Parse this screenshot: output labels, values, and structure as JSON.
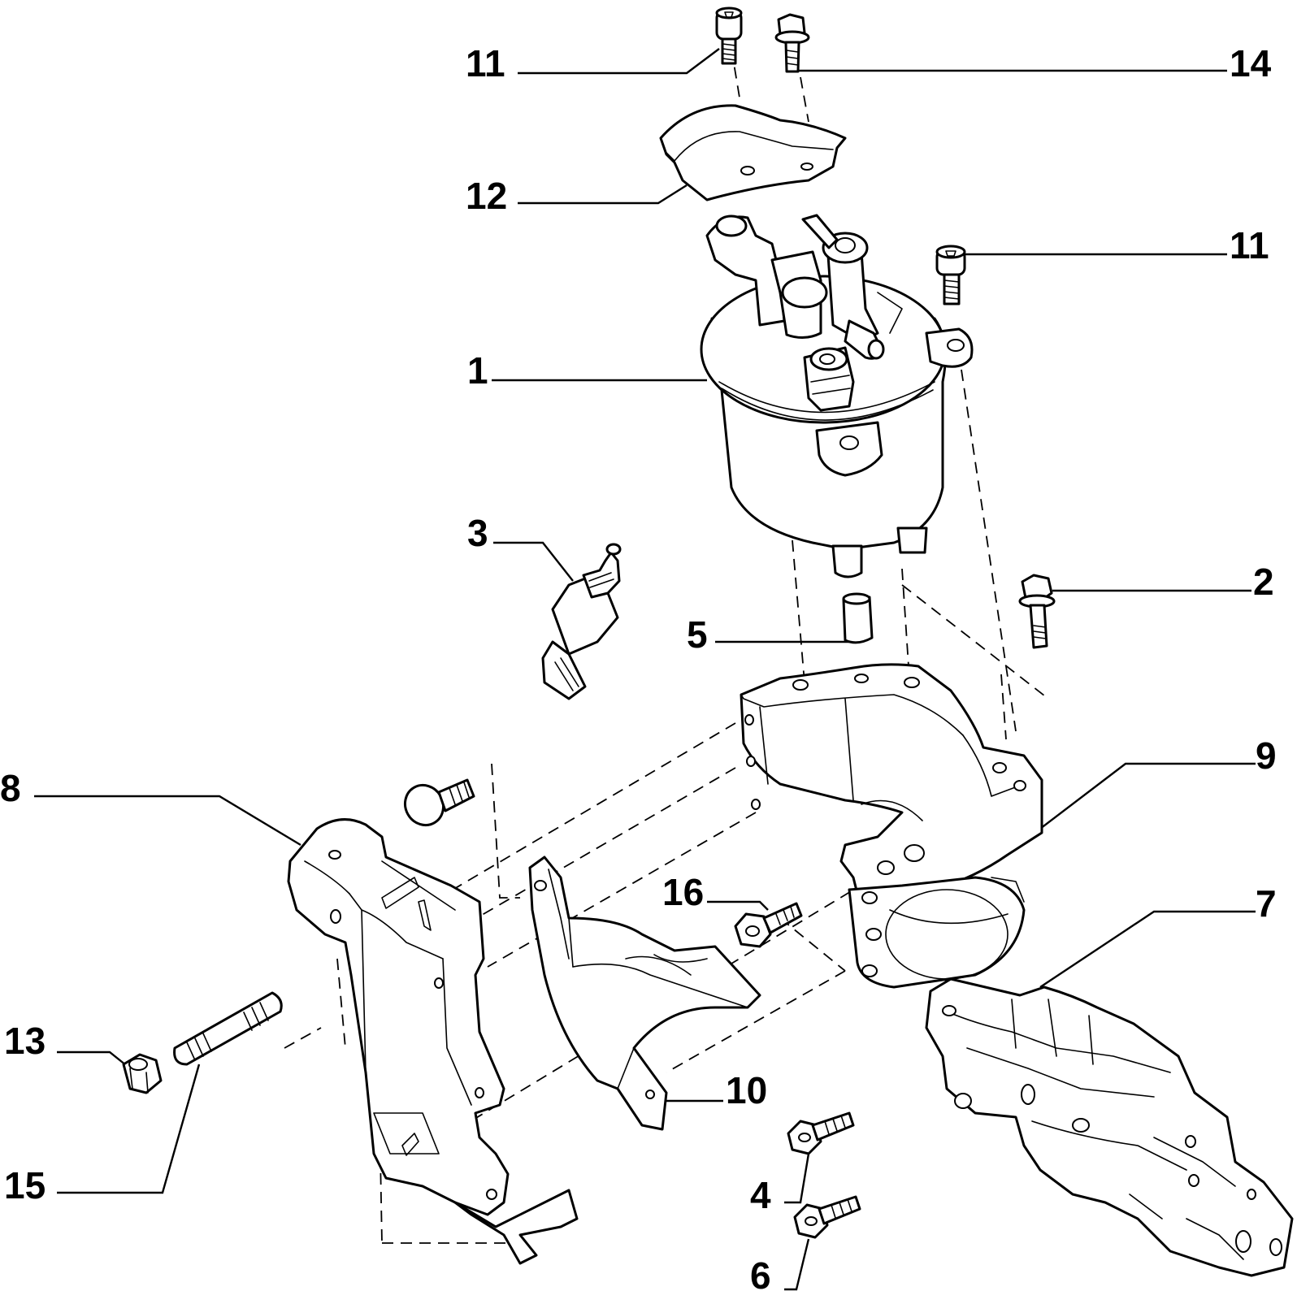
{
  "diagram": {
    "callouts": [
      {
        "id": "label-11-top",
        "text": "11"
      },
      {
        "id": "label-14",
        "text": "14"
      },
      {
        "id": "label-12",
        "text": "12"
      },
      {
        "id": "label-11-right",
        "text": "11"
      },
      {
        "id": "label-1",
        "text": "1"
      },
      {
        "id": "label-3",
        "text": "3"
      },
      {
        "id": "label-2",
        "text": "2"
      },
      {
        "id": "label-5",
        "text": "5"
      },
      {
        "id": "label-9",
        "text": "9"
      },
      {
        "id": "label-8",
        "text": "8"
      },
      {
        "id": "label-16",
        "text": "16"
      },
      {
        "id": "label-7",
        "text": "7"
      },
      {
        "id": "label-13",
        "text": "13"
      },
      {
        "id": "label-10",
        "text": "10"
      },
      {
        "id": "label-15",
        "text": "15"
      },
      {
        "id": "label-4",
        "text": "4"
      },
      {
        "id": "label-6",
        "text": "6"
      }
    ]
  }
}
